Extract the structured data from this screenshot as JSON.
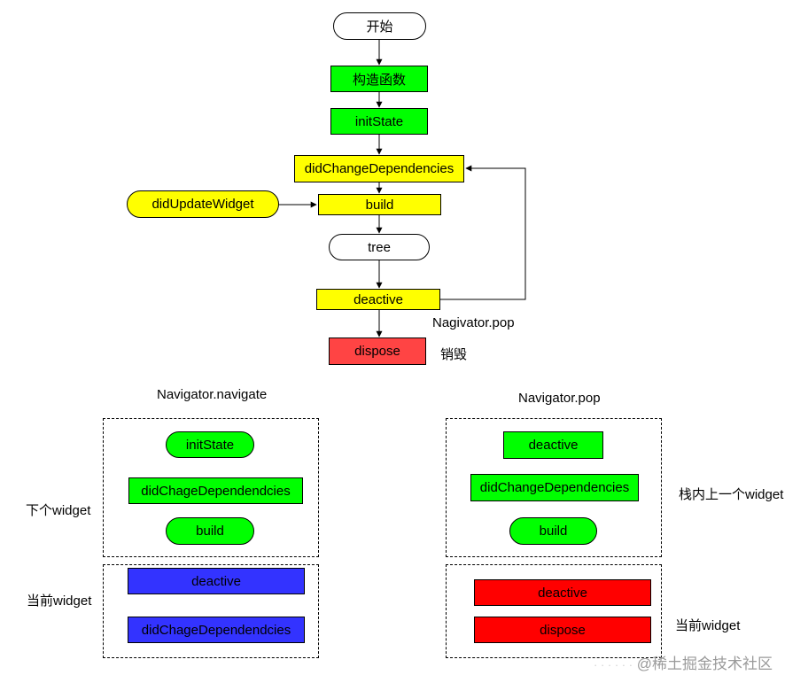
{
  "colors": {
    "green": "#00ff00",
    "yellow": "#ffff00",
    "red_dispose": "#ff4444",
    "blue": "#3333ff",
    "red": "#ff0000",
    "white": "#ffffff"
  },
  "flow": {
    "start": "开始",
    "constructor": "构造函数",
    "init_state": "initState",
    "did_change_dependencies": "didChangeDependencies",
    "did_update_widget": "didUpdateWidget",
    "build": "build",
    "tree": "tree",
    "deactive": "deactive",
    "dispose": "dispose",
    "pop_label": "Nagivator.pop",
    "destroy_label": "销毁"
  },
  "navigate_section": {
    "title": "Navigator.navigate",
    "next_widget_label": "下个widget",
    "current_widget_label": "当前widget",
    "next_items": [
      "initState",
      "didChageDependendcies",
      "build"
    ],
    "current_items": [
      "deactive",
      "didChageDependendcies"
    ]
  },
  "pop_section": {
    "title": "Navigator.pop",
    "prev_widget_label": "栈内上一个widget",
    "current_widget_label": "当前widget",
    "prev_items": [
      "deactive",
      "didChangeDependencies",
      "build"
    ],
    "current_items": [
      "deactive",
      "dispose"
    ]
  },
  "watermark": {
    "faint": "· · · · · ·",
    "text": "@稀土掘金技术社区"
  }
}
